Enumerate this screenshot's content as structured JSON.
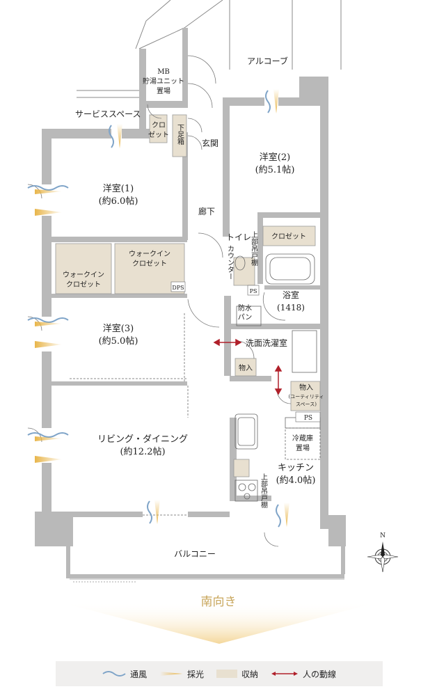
{
  "rooms": {
    "alcove": "アルコーブ",
    "mb": "MB",
    "water_heater": "貯湯ユニット",
    "water_heater2": "置場",
    "service_space": "サービススペース",
    "closet_small": "クロ",
    "closet_small2": "ゼット",
    "shoe": "下足箱",
    "genkan": "玄関",
    "western2": "洋室(2)",
    "western2_size": "(約5.1帖)",
    "western1": "洋室(1)",
    "western1_size": "(約6.0帖)",
    "hallway": "廊下",
    "closet": "クロゼット",
    "toilet": "トイレ",
    "upper_cabinet": "上部吊戸棚",
    "counter": "カウンター",
    "walkin1": "ウォークイン",
    "walkin1b": "クロゼット",
    "walkin2": "ウォークイン",
    "walkin2b": "クロゼット",
    "dps": "DPS",
    "ps": "PS",
    "bath": "浴室",
    "bath_size": "(1418)",
    "waterproof_pan": "防水",
    "waterproof_pan2": "パン",
    "western3": "洋室(3)",
    "western3_size": "(約5.0帖)",
    "wash": "洗面洗濯室",
    "storage": "物入",
    "storage2": "物入",
    "utility": "(ユーティリティ",
    "utility2": "スペース)",
    "ps2": "PS",
    "fridge": "冷蔵庫",
    "fridge2": "置場",
    "living": "リビング・ダイニング",
    "living_size": "(約12.2帖)",
    "kitchen": "キッチン",
    "kitchen_size": "(約4.0帖)",
    "upper_cabinet2": "上部吊戸棚",
    "balcony": "バルコニー"
  },
  "compass": {
    "north": "N"
  },
  "orientation": "南向き",
  "legend": {
    "wind": "通風",
    "light": "採光",
    "storage": "収納",
    "flow": "人の動線"
  },
  "colors": {
    "wall": "#b9b9b9",
    "storage": "#e8e0d0",
    "wind": "#7fa4c8",
    "light": "#e8b54a",
    "flow": "#b0202a",
    "south": "#c8a55a"
  }
}
